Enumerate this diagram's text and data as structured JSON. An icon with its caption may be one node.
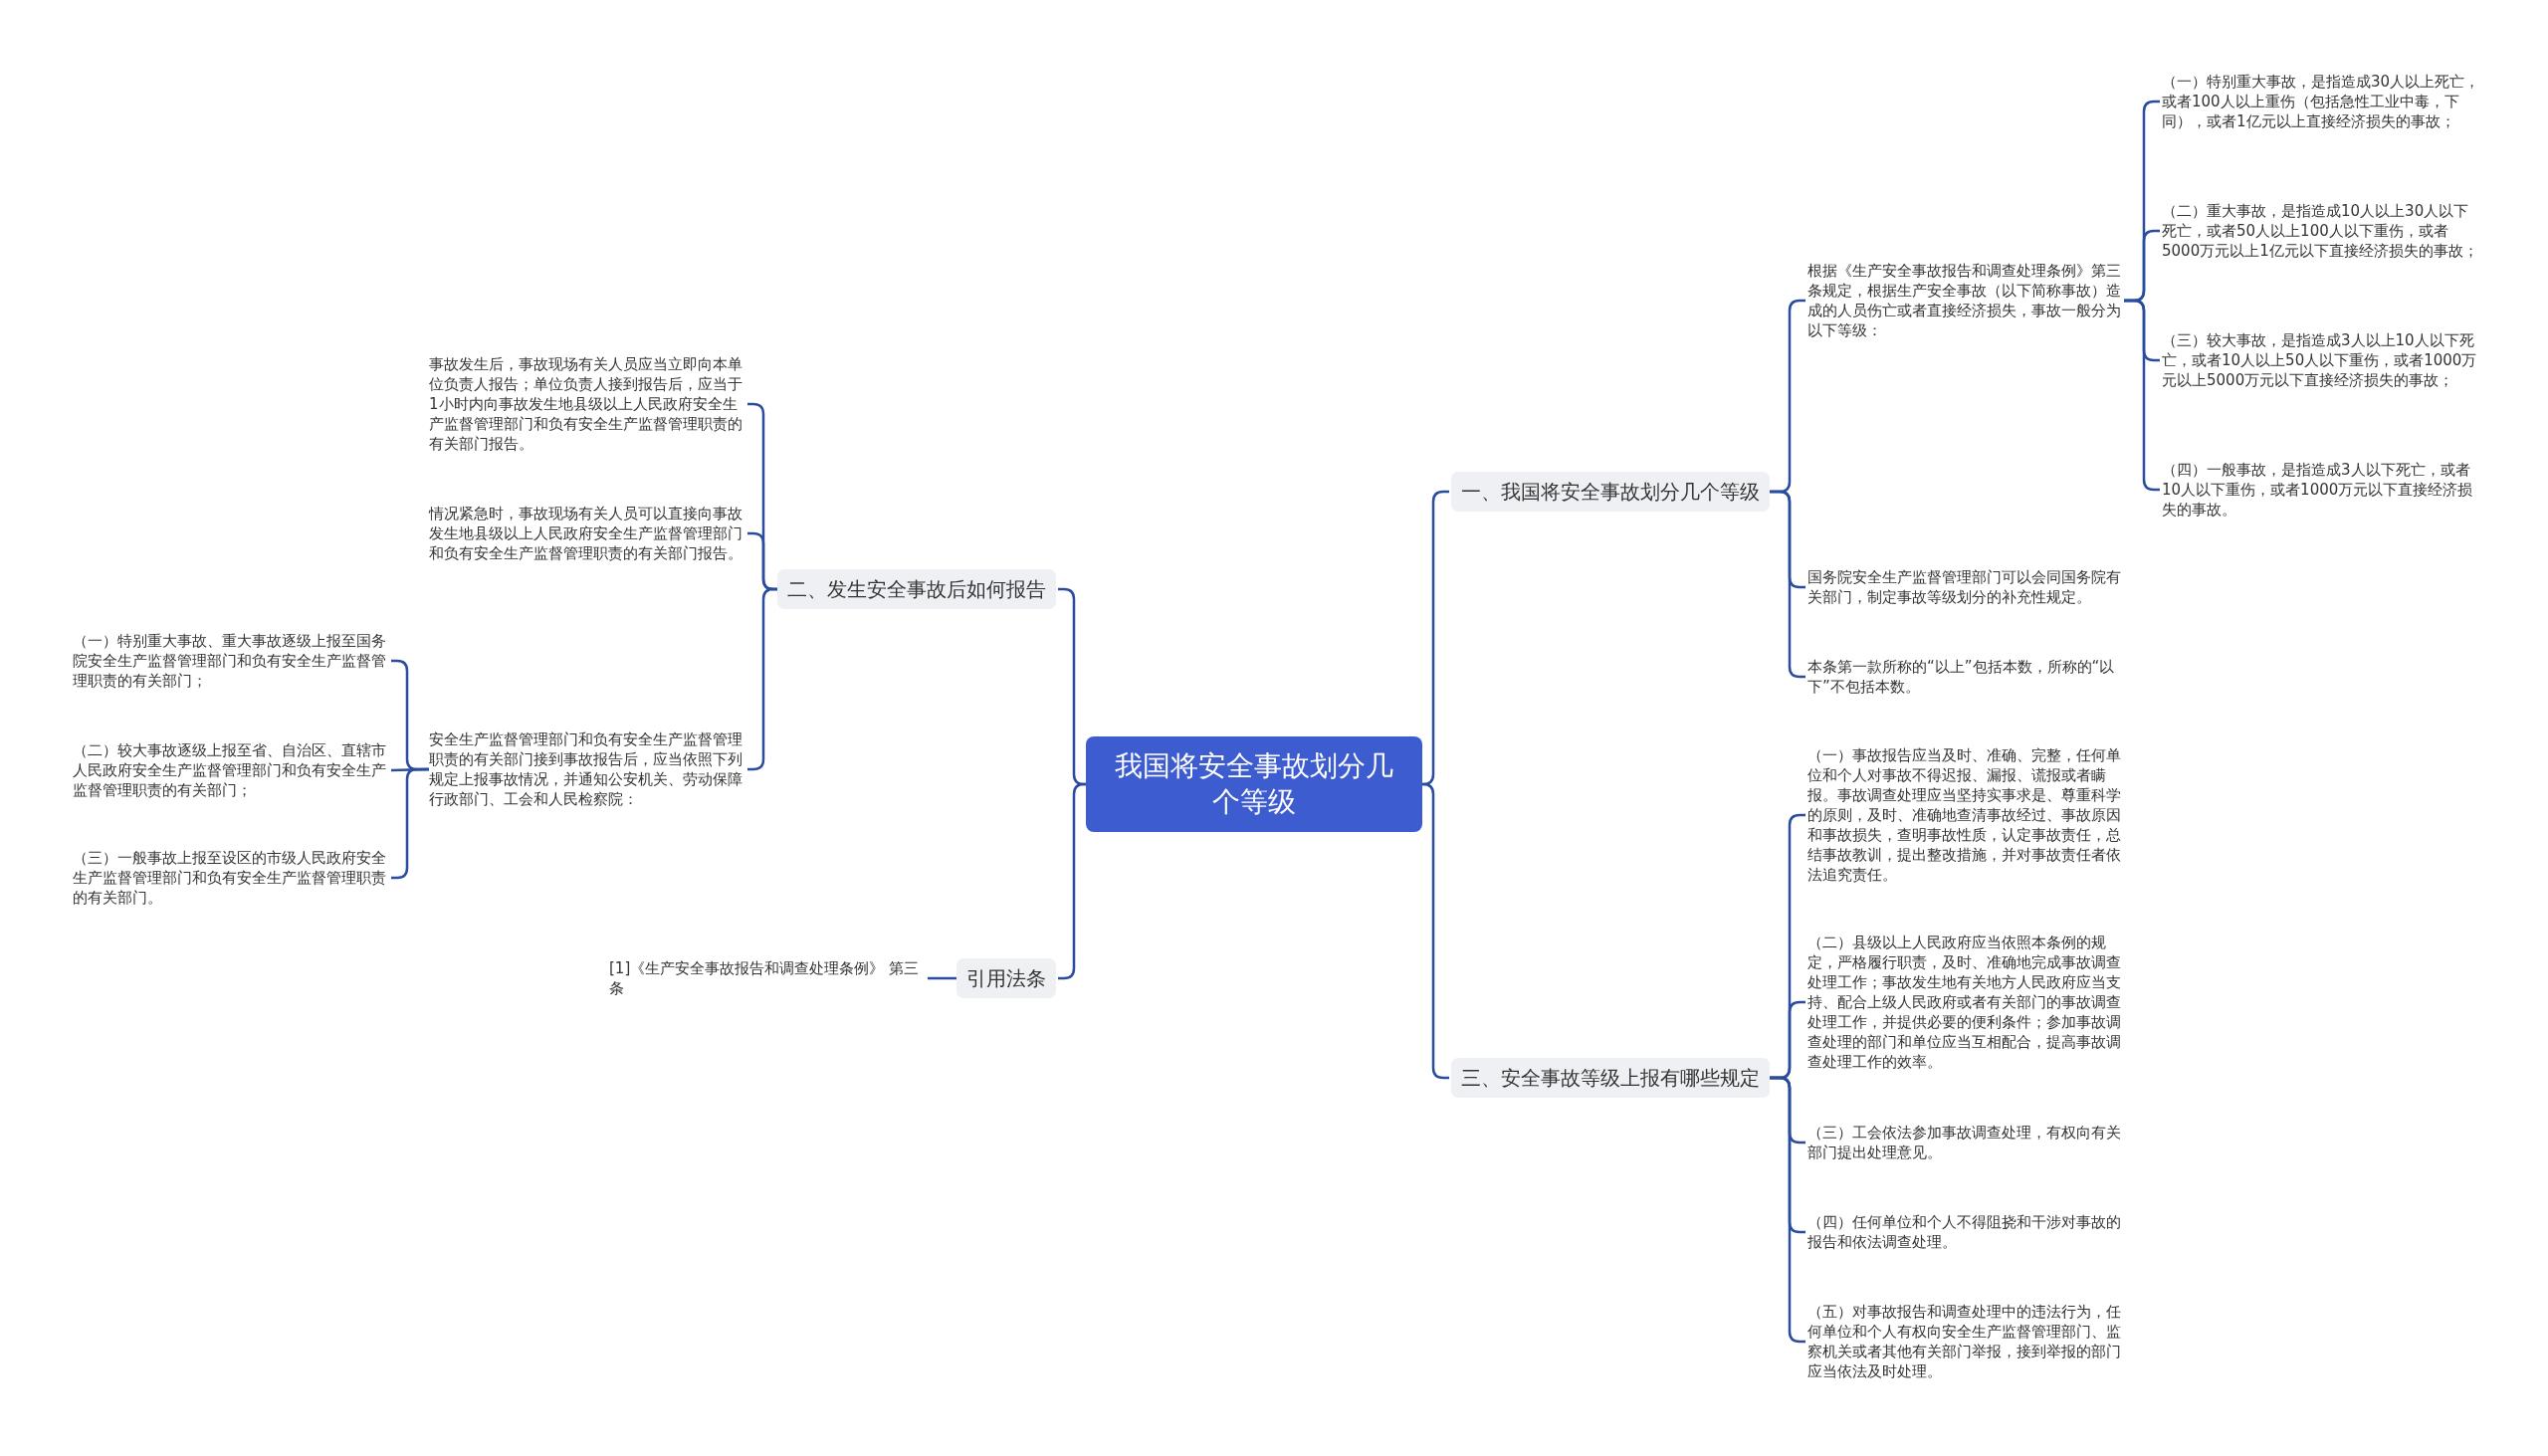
{
  "diagram": {
    "nodes": [
      {
        "text": [
          "我国将安全事故划分几个等级"
        ]
      },
      {
        "text": [
          "一、我国将安全事故划分几个等级"
        ]
      },
      {
        "text": [
          "根据《生产安全事故报告和调查处理条例》第三条规定，根据生产安全事故（以下简称事故）造成的人员伤亡或者直接经济损失，事故一般分为以下等级："
        ]
      },
      {
        "text": [
          "（一）特别重大事故，是指造成30人以上死亡，或者100人以上重伤（包括急性工业中毒，下同），或者1亿元以上直接经济损失的事故；"
        ]
      },
      {
        "text": [
          "（二）重大事故，是指造成10人以上30人以下死亡，或者50人以上100人以下重伤，或者5000万元以上1亿元以下直接经济损失的事故；"
        ]
      },
      {
        "text": [
          "（三）较大事故，是指造成3人以上10人以下死亡，或者10人以上50人以下重伤，或者1000万元以上5000万元以下直接经济损失的事故；"
        ]
      },
      {
        "text": [
          "（四）一般事故，是指造成3人以下死亡，或者10人以下重伤，或者1000万元以下直接经济损失的事故。"
        ]
      },
      {
        "text": [
          "国务院安全生产监督管理部门可以会同国务院有关部门，制定事故等级划分的补充性规定。"
        ]
      },
      {
        "text": [
          "本条第一款所称的“以上”包括本数，所称的“以下”不包括本数。"
        ]
      },
      {
        "text": [
          "二、发生安全事故后如何报告"
        ]
      },
      {
        "text": [
          "事故发生后，事故现场有关人员应当立即向本单位负责人报告；单位负责人接到报告后，应当于1小时内向事故发生地县级以上人民政府安全生产监督管理部门和负有安全生产监督管理职责的有关部门报告。"
        ]
      },
      {
        "text": [
          "情况紧急时，事故现场有关人员可以直接向事故发生地县级以上人民政府安全生产监督管理部门和负有安全生产监督管理职责的有关部门报告。"
        ]
      },
      {
        "text": [
          "安全生产监督管理部门和负有安全生产监督管理职责的有关部门接到事故报告后，应当依照下列规定上报事故情况，并通知公安机关、劳动保障行政部门、工会和人民检察院："
        ]
      },
      {
        "text": [
          "（一）特别重大事故、重大事故逐级上报至国务院安全生产监督管理部门和负有安全生产监督管理职责的有关部门；"
        ]
      },
      {
        "text": [
          "（二）较大事故逐级上报至省、自治区、直辖市人民政府安全生产监督管理部门和负有安全生产监督管理职责的有关部门；"
        ]
      },
      {
        "text": [
          "（三）一般事故上报至设区的市级人民政府安全生产监督管理部门和负有安全生产监督管理职责的有关部门。"
        ]
      },
      {
        "text": [
          "三、安全事故等级上报有哪些规定"
        ]
      },
      {
        "text": [
          "（一）事故报告应当及时、准确、完整，任何单位和个人对事故不得迟报、漏报、谎报或者瞒报。事故调查处理应当坚持实事求是、尊重科学的原则，及时、准确地查清事故经过、事故原因和事故损失，查明事故性质，认定事故责任，总结事故教训，提出整改措施，并对事故责任者依法追究责任。"
        ]
      },
      {
        "text": [
          "（二）县级以上人民政府应当依照本条例的规定，严格履行职责，及时、准确地完成事故调查处理工作；事故发生地有关地方人民政府应当支持、配合上级人民政府或者有关部门的事故调查处理工作，并提供必要的便利条件；参加事故调查处理的部门和单位应当互相配合，提高事故调查处理工作的效率。"
        ]
      },
      {
        "text": [
          "（三）工会依法参加事故调查处理，有权向有关部门提出处理意见。"
        ]
      },
      {
        "text": [
          "（四）任何单位和个人不得阻挠和干涉对事故的报告和依法调查处理。"
        ]
      },
      {
        "text": [
          "（五）对事故报告和调查处理中的违法行为，任何单位和个人有权向安全生产监督管理部门、监察机关或者其他有关部门举报，接到举报的部门应当依法及时处理。"
        ]
      },
      {
        "text": [
          "引用法条"
        ]
      },
      {
        "text": [
          "[1]《生产安全事故报告和调查处理条例》 第三条"
        ]
      }
    ],
    "edges": [
      {
        "from": 0,
        "to": 1,
        "arrow": "none"
      },
      {
        "from": 1,
        "to": 2,
        "arrow": "none"
      },
      {
        "from": 2,
        "to": 3,
        "arrow": "none"
      },
      {
        "from": 2,
        "to": 4,
        "arrow": "none"
      },
      {
        "from": 2,
        "to": 5,
        "arrow": "none"
      },
      {
        "from": 2,
        "to": 6,
        "arrow": "none"
      },
      {
        "from": 1,
        "to": 7,
        "arrow": "none"
      },
      {
        "from": 1,
        "to": 8,
        "arrow": "none"
      },
      {
        "from": 0,
        "to": 9,
        "arrow": "none"
      },
      {
        "from": 9,
        "to": 10,
        "arrow": "none"
      },
      {
        "from": 9,
        "to": 11,
        "arrow": "none"
      },
      {
        "from": 9,
        "to": 12,
        "arrow": "none"
      },
      {
        "from": 12,
        "to": 13,
        "arrow": "none"
      },
      {
        "from": 12,
        "to": 14,
        "arrow": "none"
      },
      {
        "from": 12,
        "to": 15,
        "arrow": "none"
      },
      {
        "from": 0,
        "to": 16,
        "arrow": "none"
      },
      {
        "from": 16,
        "to": 17,
        "arrow": "none"
      },
      {
        "from": 16,
        "to": 18,
        "arrow": "none"
      },
      {
        "from": 16,
        "to": 19,
        "arrow": "none"
      },
      {
        "from": 16,
        "to": 20,
        "arrow": "none"
      },
      {
        "from": 16,
        "to": 21,
        "arrow": "none"
      },
      {
        "from": 0,
        "to": 22,
        "arrow": "none"
      },
      {
        "from": 22,
        "to": 23,
        "arrow": "none"
      }
    ]
  }
}
